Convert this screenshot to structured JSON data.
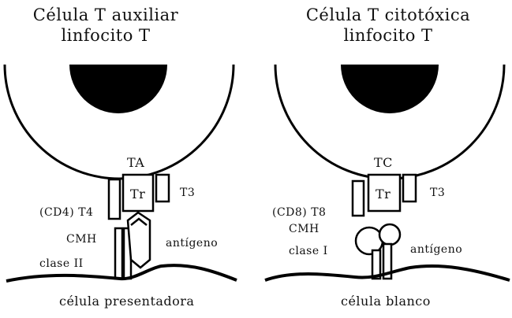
{
  "left_panel": {
    "title_line1": "Célula T auxiliar",
    "title_line2": "linfocito T",
    "cell_label": "TA",
    "tr_label": "Tr",
    "t3_label": "T3",
    "coreceptor_label": "(CD4) T4",
    "mhc_label_line1": "CMH",
    "mhc_label_line2": "clase II",
    "antigen_label": "antígeno",
    "bottom_label": "célula presentadora"
  },
  "right_panel": {
    "title_line1": "Célula T citotóxica",
    "title_line2": "linfocito T",
    "cell_label": "TC",
    "tr_label": "Tr",
    "t3_label": "T3",
    "coreceptor_label": "(CD8) T8",
    "mhc_label_line1": "CMH",
    "mhc_label_line2": "clase I",
    "antigen_label": "antígeno",
    "bottom_label": "célula blanco"
  }
}
